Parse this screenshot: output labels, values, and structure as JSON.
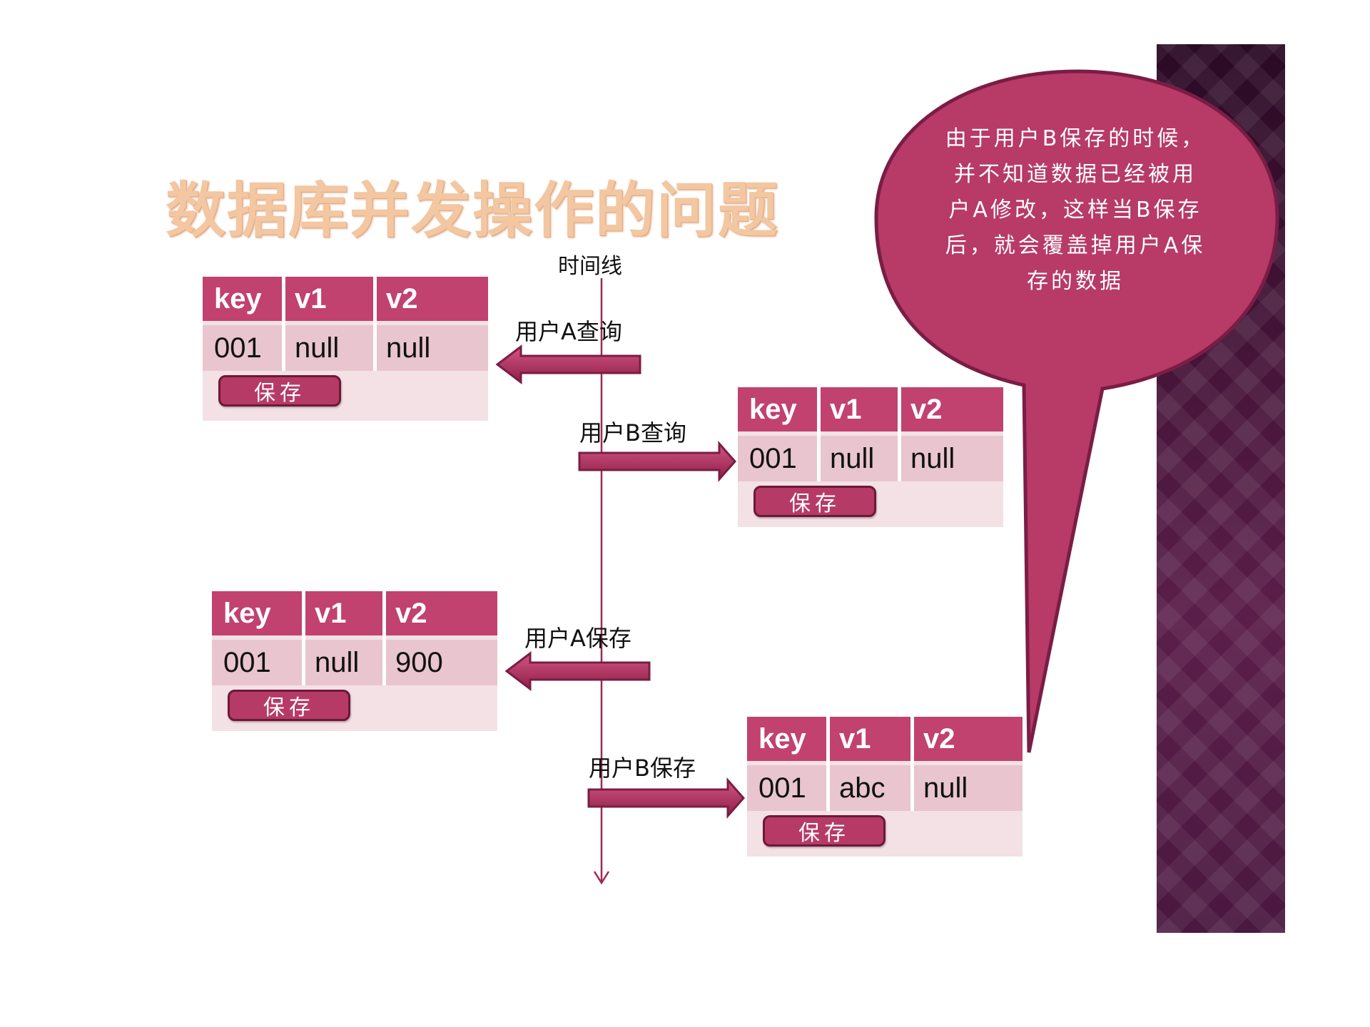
{
  "title": "数据库并发操作的问题",
  "timeline_label": "时间线",
  "operations": {
    "a_query": "用户A查询",
    "b_query": "用户B查询",
    "a_save": "用户A保存",
    "b_save": "用户B保存"
  },
  "table_headers": {
    "key": "key",
    "v1": "v1",
    "v2": "v2"
  },
  "tables": {
    "a_query": {
      "key": "001",
      "v1": "null",
      "v2": "null",
      "save": "保存"
    },
    "b_query": {
      "key": "001",
      "v1": "null",
      "v2": "null",
      "save": "保存"
    },
    "a_save": {
      "key": "001",
      "v1": "null",
      "v2": "900",
      "save": "保存"
    },
    "b_save": {
      "key": "001",
      "v1": "abc",
      "v2": "null",
      "save": "保存"
    }
  },
  "callout": "由于用户B保存的时候，并不知道数据已经被用户A修改，这样当B保存后，就会覆盖掉用户A保存的数据",
  "colors": {
    "accent": "#c1416f",
    "row": "#e8c5cf",
    "bubble": "#b73a67",
    "arrow": "#b5365f"
  }
}
